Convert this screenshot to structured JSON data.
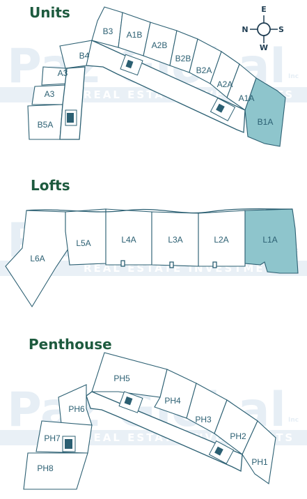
{
  "sections": {
    "units": {
      "title": "Units",
      "labels": [
        "B3",
        "A1B",
        "A2B",
        "B2B",
        "B2A",
        "A2A",
        "A1A",
        "B1A",
        "B4",
        "A3",
        "A3",
        "B5A"
      ]
    },
    "lofts": {
      "title": "Lofts",
      "labels": [
        "L6A",
        "L5A",
        "L4A",
        "L3A",
        "L2A",
        "L1A"
      ]
    },
    "penthouse": {
      "title": "Penthouse",
      "labels": [
        "PH5",
        "PH4",
        "PH3",
        "PH2",
        "PH1",
        "PH6",
        "PH7",
        "PH8"
      ]
    }
  },
  "selected_units": [
    "B1A",
    "L1A"
  ],
  "compass": {
    "e": "E",
    "n": "N",
    "s": "S",
    "w": "W"
  },
  "watermark": {
    "main": "Paz Global",
    "sub": "REAL ESTATE INVESTMENTS",
    "suffix": "Inc"
  },
  "colors": {
    "title": "#1d5a3e",
    "outline": "#2b5f72",
    "selected_fill": "#8ec5cc",
    "watermark": "#e6eef5"
  }
}
